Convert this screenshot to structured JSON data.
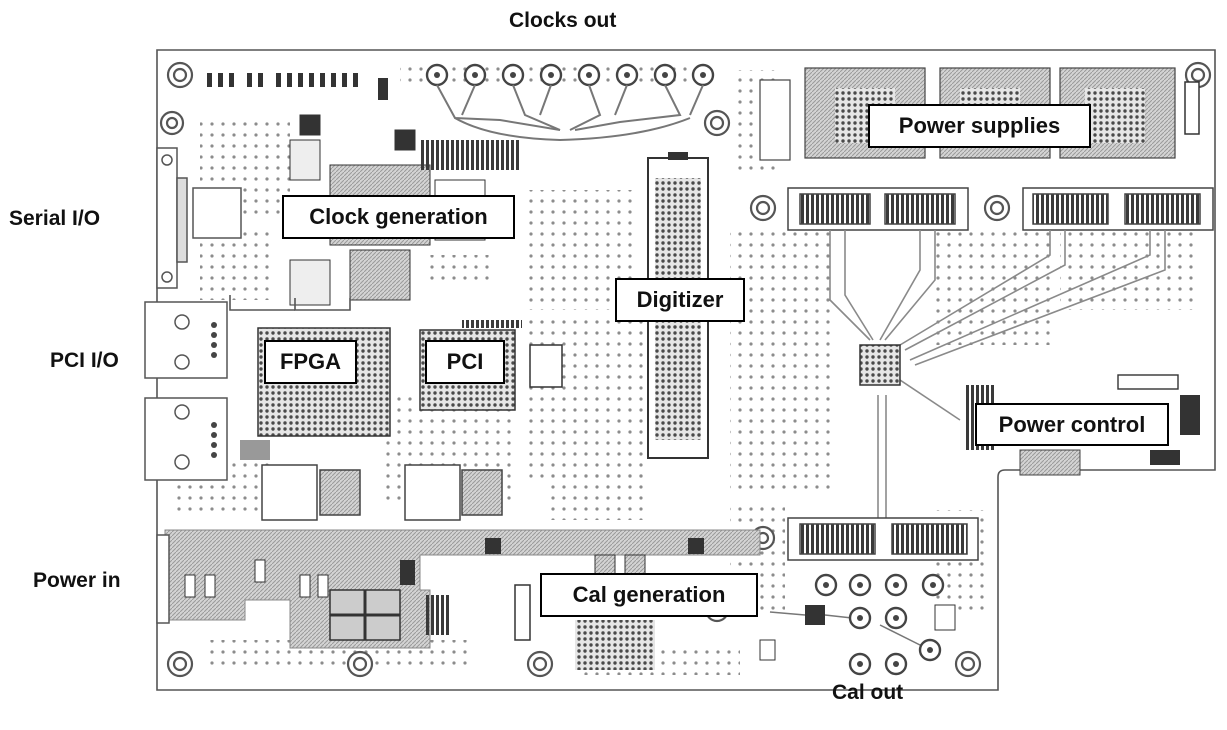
{
  "diagram": {
    "external_labels": {
      "clocks_out": "Clocks out",
      "serial_io": "Serial I/O",
      "pci_io": "PCI I/O",
      "power_in": "Power in",
      "cal_out": "Cal out"
    },
    "block_labels": {
      "clock_generation": "Clock generation",
      "power_supplies": "Power supplies",
      "digitizer": "Digitizer",
      "fpga": "FPGA",
      "pci": "PCI",
      "power_control": "Power control",
      "cal_generation": "Cal generation"
    }
  },
  "colors": {
    "board_outline": "#555555",
    "copper": "#bdbdbd",
    "trace": "#8a8a8a",
    "component": "#333333",
    "label_border": "#000000"
  }
}
